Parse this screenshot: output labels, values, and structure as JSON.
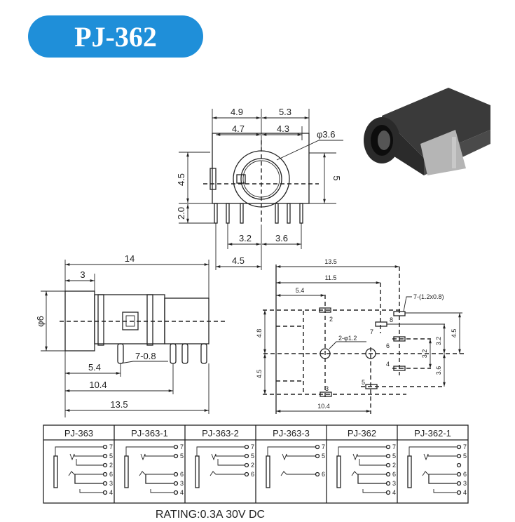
{
  "title": "PJ-362",
  "colors": {
    "title_pill": "#1f8fd9",
    "line": "#222222"
  },
  "front_view": {
    "dims": {
      "w_top_left": "4.9",
      "w_top_right": "5.3",
      "w_left": "4.7",
      "w_right": "4.3",
      "hole_dia": "φ3.6",
      "h_body": "4.5",
      "h_pin": "2.0",
      "h_right": "5",
      "pitch_left": "3.2",
      "pitch_right": "3.6",
      "pin_offset": "4.5"
    }
  },
  "side_view": {
    "dims": {
      "length": "14",
      "nose": "3",
      "dia": "φ6",
      "pin_size": "7-0.8",
      "d1": "5.4",
      "d2": "10.4",
      "d3": "13.5"
    }
  },
  "pcb_layout": {
    "dims": {
      "w1": "13.5",
      "w2": "11.5",
      "w3": "5.4",
      "pad_size": "7-(1.2x0.8)",
      "hole": "2-φ1.2",
      "v_top": "4.8",
      "v_bottom": "4.5",
      "r1": "3.2",
      "r2": "3.2",
      "r3": "4.5",
      "r4": "3.6",
      "bottom": "10.4"
    },
    "pads": [
      "2",
      "8",
      "7",
      "6",
      "4",
      "5",
      "3"
    ]
  },
  "schematic_table": {
    "columns": [
      {
        "model": "PJ-363",
        "pins": [
          "7",
          "5",
          "2",
          "6",
          "3",
          "4"
        ]
      },
      {
        "model": "PJ-363-1",
        "pins": [
          "7",
          "5",
          "",
          "6",
          "3",
          "4"
        ]
      },
      {
        "model": "PJ-363-2",
        "pins": [
          "7",
          "5",
          "2",
          "6",
          "",
          ""
        ]
      },
      {
        "model": "PJ-363-3",
        "pins": [
          "7",
          "5",
          "",
          "6",
          "",
          ""
        ]
      },
      {
        "model": "PJ-362",
        "pins": [
          "7",
          "5",
          "2",
          "6",
          "3",
          "4"
        ]
      },
      {
        "model": "PJ-362-1",
        "pins": [
          "7",
          "5",
          "",
          "6",
          "3",
          "4"
        ]
      }
    ]
  },
  "rating": "RATING:0.3A 30V DC"
}
